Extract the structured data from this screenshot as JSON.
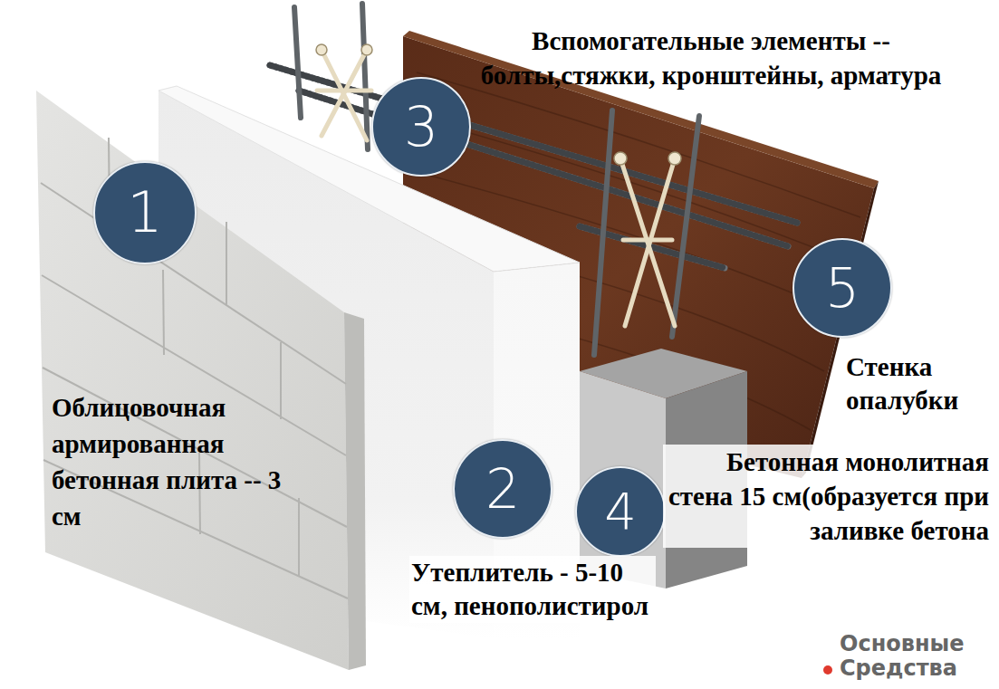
{
  "diagram": {
    "nodes": [
      {
        "text": [
          "1"
        ]
      },
      {
        "text": [
          "2"
        ]
      },
      {
        "text": [
          "3"
        ]
      },
      {
        "text": [
          "4"
        ]
      },
      {
        "text": [
          "5"
        ]
      }
    ],
    "labels": [
      "Вспомогательные элементы -- болты,стяжки, кронштейны, арматура",
      "Облицовочная армированная бетонная плита -- 3 см",
      "Утеплитель - 5-10 см, пенополистирол",
      "Бетонная монолитная стена 15 см(образуется при заливке бетона",
      "Стенка опалубки",
      "Основные Средства"
    ]
  }
}
